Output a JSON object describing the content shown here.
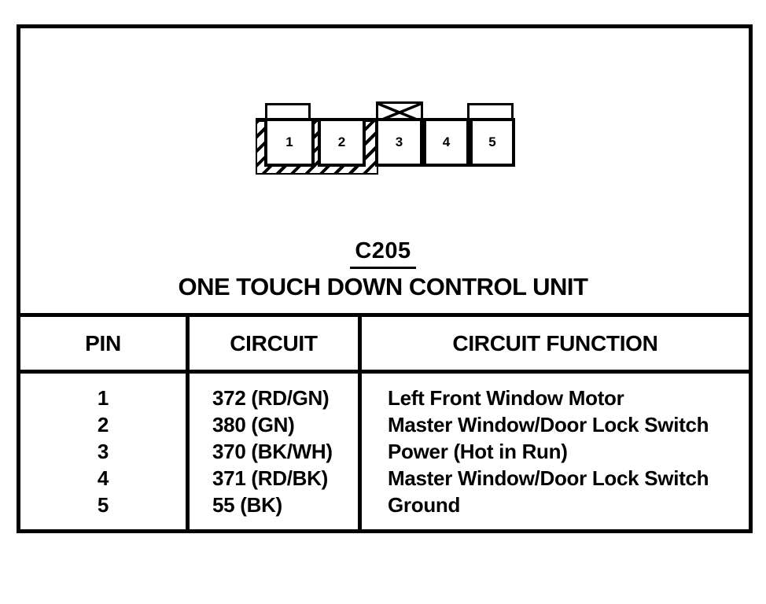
{
  "connector": {
    "id_label": "C205",
    "title": "ONE TOUCH DOWN CONTROL UNIT",
    "pins": [
      "1",
      "2",
      "3",
      "4",
      "5"
    ]
  },
  "table": {
    "headers": [
      "PIN",
      "CIRCUIT",
      "CIRCUIT FUNCTION"
    ],
    "rows": [
      {
        "pin": "1",
        "circuit": "372 (RD/GN)",
        "function": "Left Front Window Motor"
      },
      {
        "pin": "2",
        "circuit": "380 (GN)",
        "function": "Master Window/Door Lock Switch"
      },
      {
        "pin": "3",
        "circuit": "370 (BK/WH)",
        "function": "Power (Hot in Run)"
      },
      {
        "pin": "4",
        "circuit": "371 (RD/BK)",
        "function": "Master Window/Door Lock Switch"
      },
      {
        "pin": "5",
        "circuit": "55 (BK)",
        "function": "Ground"
      }
    ]
  },
  "colors": {
    "ink": "#000000",
    "paper": "#ffffff"
  }
}
